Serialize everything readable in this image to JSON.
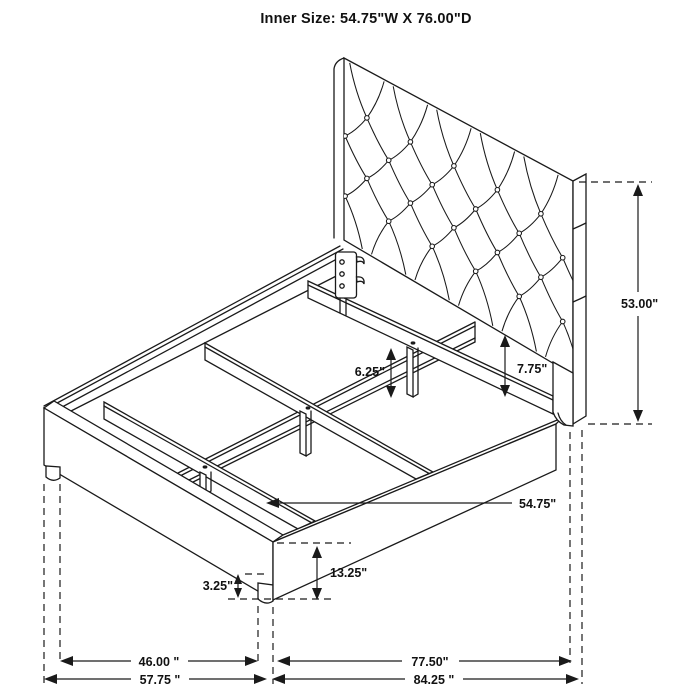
{
  "title": "Inner Size: 54.75\"W X 76.00\"D",
  "diagram": {
    "type": "bed-assembly-dimension-drawing",
    "line_color": "#1a1a1a",
    "background": "#ffffff",
    "labels": {
      "headboard_height": "53.00\"",
      "rail_depth": "7.75\"",
      "center_leg_height": "6.25\"",
      "inner_width": "54.75\"",
      "side_rail_height": "13.25\"",
      "foot_height": "3.25\"",
      "front_width_inner": "46.00 \"",
      "front_width_outer": "57.75 \"",
      "side_length_inner": "77.50\"",
      "side_length_outer": "84.25 \""
    }
  }
}
